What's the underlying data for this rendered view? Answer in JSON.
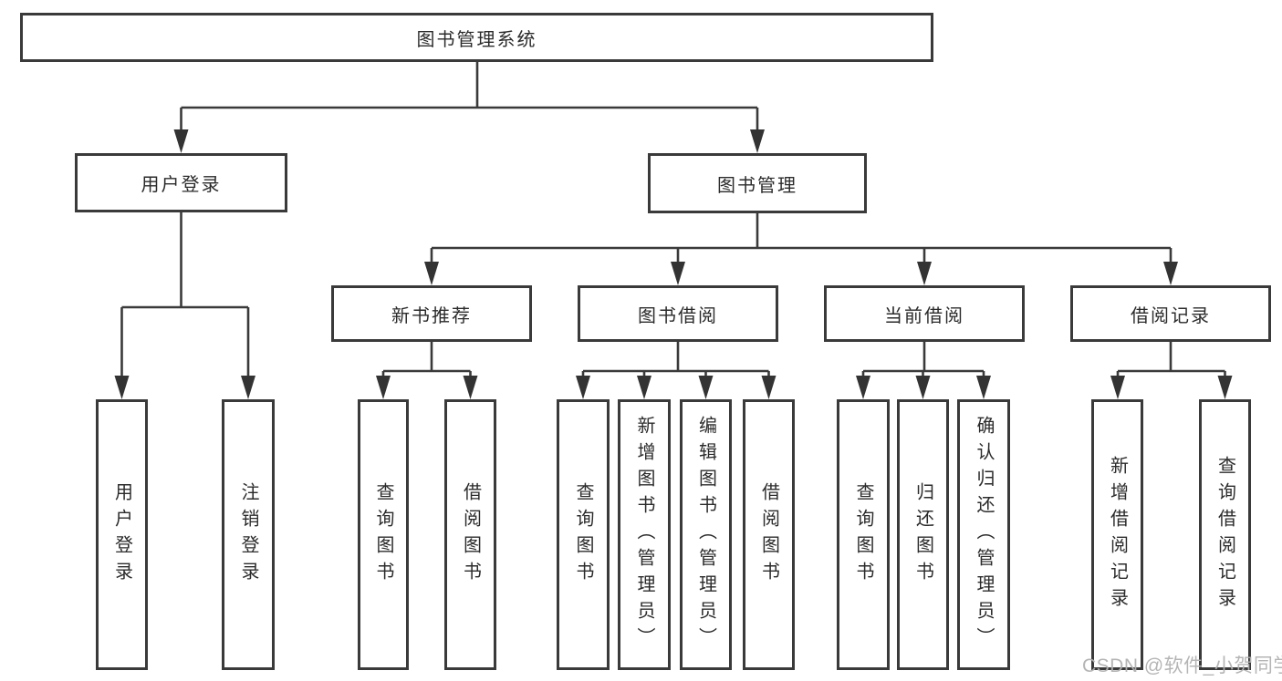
{
  "watermark": "CSDN @软件_小贺同学",
  "colors": {
    "line": "#3a3a3a",
    "box_border": "#3a3a3a",
    "text": "#2b2b2b",
    "watermark": "#b2b2b2",
    "background": "#ffffff"
  },
  "tree": {
    "root": {
      "label": "图书管理系统"
    },
    "branches": [
      {
        "label": "用户登录",
        "children": [
          {
            "label": "用户登录"
          },
          {
            "label": "注销登录"
          }
        ]
      },
      {
        "label": "图书管理",
        "children": [
          {
            "label": "新书推荐",
            "children": [
              {
                "label": "查询图书"
              },
              {
                "label": "借阅图书"
              }
            ]
          },
          {
            "label": "图书借阅",
            "children": [
              {
                "label": "查询图书"
              },
              {
                "label": "新增图书（管理员）"
              },
              {
                "label": "编辑图书（管理员）"
              },
              {
                "label": "借阅图书"
              }
            ]
          },
          {
            "label": "当前借阅",
            "children": [
              {
                "label": "查询图书"
              },
              {
                "label": "归还图书"
              },
              {
                "label": "确认归还（管理员）"
              }
            ]
          },
          {
            "label": "借阅记录",
            "children": [
              {
                "label": "新增借阅记录"
              },
              {
                "label": "查询借阅记录"
              }
            ]
          }
        ]
      }
    ]
  }
}
